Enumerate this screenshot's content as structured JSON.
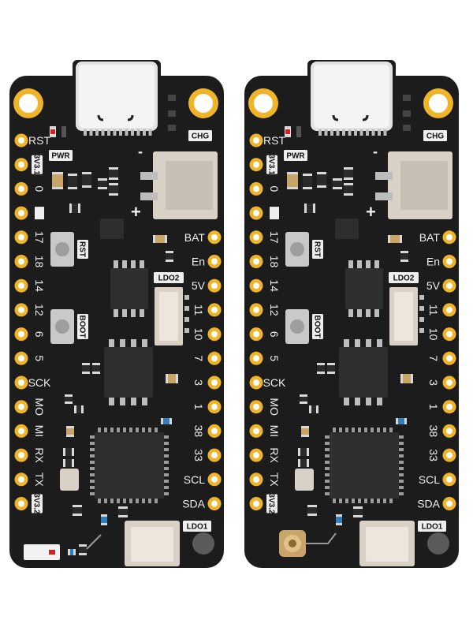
{
  "colors": {
    "pcb": "#1c1c1c",
    "pcb_edge": "#2b2b2b",
    "pad_gold": "#f0b429",
    "pad_hole": "#ffffff",
    "silk": "#eeeeee",
    "chip": "#2e2e2e",
    "connector": "#d9d0c6",
    "usb_metal": "#e3e3e3",
    "led_red": "#d62020",
    "cap_tan": "#c8a467"
  },
  "boards": [
    {
      "id": "left",
      "variant": "ceramic-antenna",
      "left_pins": [
        "RST",
        "3V3.1",
        "0",
        "",
        "17",
        "18",
        "14",
        "12",
        "6",
        "5",
        "SCK",
        "MO",
        "MI",
        "RX",
        "TX",
        "3V3.2"
      ],
      "right_pins": [
        "",
        "",
        "",
        "",
        "BAT",
        "En",
        "5V",
        "11",
        "10",
        "7",
        "3",
        "1",
        "38",
        "33",
        "SCL",
        "SDA"
      ],
      "labels": {
        "pwr": "PWR",
        "chg": "CHG",
        "rst": "RST",
        "boot": "BOOT",
        "ldo1": "LDO1",
        "ldo2": "LDO2",
        "minus": "-",
        "plus": "+"
      }
    },
    {
      "id": "right",
      "variant": "ufl-antenna",
      "left_pins": [
        "RST",
        "3V3.1",
        "0",
        "",
        "17",
        "18",
        "14",
        "12",
        "6",
        "5",
        "SCK",
        "MO",
        "MI",
        "RX",
        "TX",
        "3V3.2"
      ],
      "right_pins": [
        "",
        "",
        "",
        "",
        "BAT",
        "En",
        "5V",
        "11",
        "10",
        "7",
        "3",
        "1",
        "38",
        "33",
        "SCL",
        "SDA"
      ],
      "labels": {
        "pwr": "PWR",
        "chg": "CHG",
        "rst": "RST",
        "boot": "BOOT",
        "ldo1": "LDO1",
        "ldo2": "LDO2",
        "minus": "-",
        "plus": "+"
      }
    }
  ]
}
